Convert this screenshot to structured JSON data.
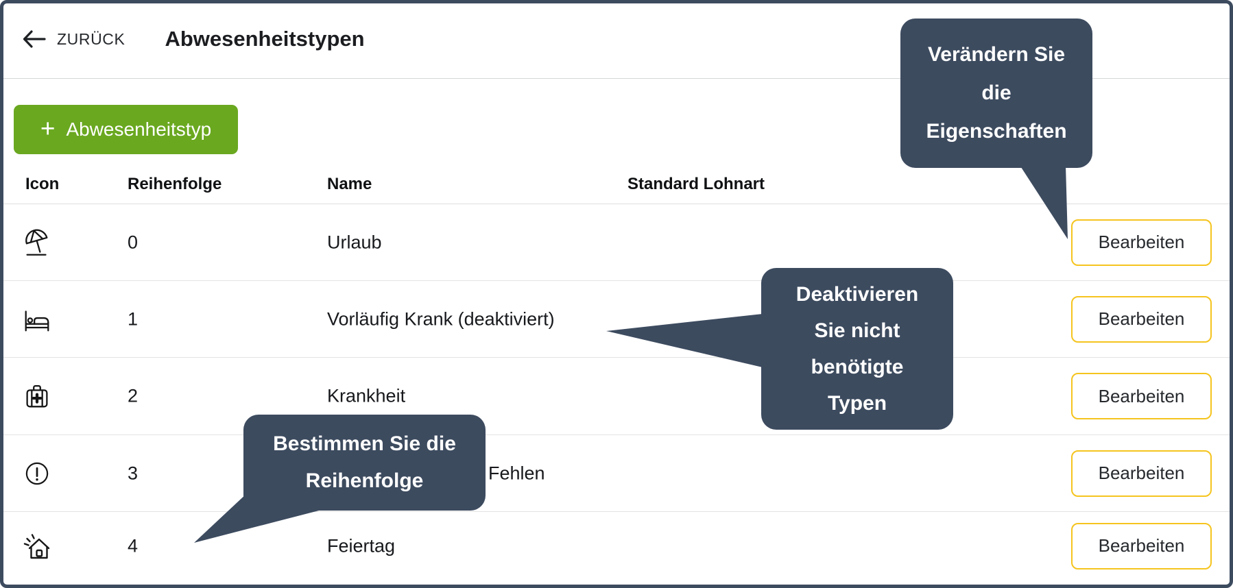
{
  "header": {
    "back_label": "ZURÜCK",
    "title": "Abwesenheitstypen"
  },
  "toolbar": {
    "plus_glyph": "+",
    "add_button_label": "Abwesenheitstyp"
  },
  "table": {
    "columns": [
      "Icon",
      "Reihenfolge",
      "Name",
      "Standard Lohnart"
    ],
    "rows": [
      {
        "icon": "beach-umbrella",
        "order": "0",
        "name": "Urlaub",
        "standard_lohnart": "",
        "action_label": "Bearbeiten"
      },
      {
        "icon": "bed",
        "order": "1",
        "name": "Vorläufig Krank (deaktiviert)",
        "standard_lohnart": "",
        "action_label": "Bearbeiten"
      },
      {
        "icon": "first-aid-kit",
        "order": "2",
        "name": "Krankheit",
        "standard_lohnart": "",
        "action_label": "Bearbeiten"
      },
      {
        "icon": "alert-circle",
        "order": "3",
        "name": "Fehlen",
        "standard_lohnart": "",
        "action_label": "Bearbeiten"
      },
      {
        "icon": "holiday-home",
        "order": "4",
        "name": "Feiertag",
        "standard_lohnart": "",
        "action_label": "Bearbeiten"
      }
    ]
  },
  "tooltips": [
    {
      "id": "eigenschaften",
      "lines": [
        "Verändern Sie",
        "die",
        "Eigenschaften"
      ]
    },
    {
      "id": "deaktivieren",
      "lines": [
        "Deaktivieren",
        "Sie nicht",
        "benötigte",
        "Typen"
      ]
    },
    {
      "id": "reihenfolge",
      "lines": [
        "Bestimmen Sie die",
        "Reihenfolge"
      ]
    }
  ],
  "colors": {
    "accent_green": "#6aa820",
    "edit_button_border": "#f5c41e",
    "tooltip_background": "#3d4b5f",
    "frame_border": "#3d4b5f",
    "row_separator": "#e3e3e3"
  }
}
